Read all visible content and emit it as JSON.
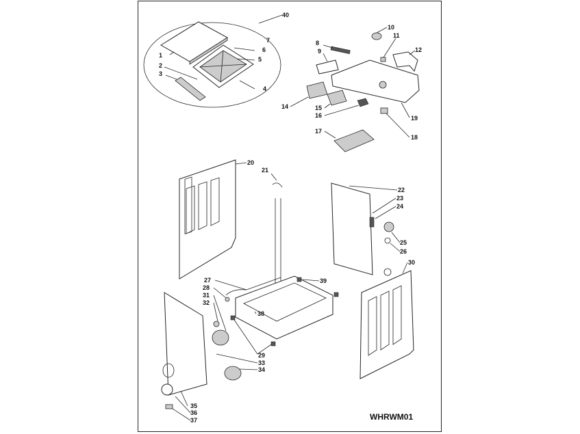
{
  "diagram": {
    "code": "WHRWM01",
    "callouts": {
      "c1": "1",
      "c2": "2",
      "c3": "3",
      "c4": "4",
      "c5": "5",
      "c6": "6",
      "c7": "7",
      "c8": "8",
      "c9": "9",
      "c10": "10",
      "c11": "11",
      "c12": "12",
      "c14": "14",
      "c15": "15",
      "c16": "16",
      "c17": "17",
      "c18": "18",
      "c19": "19",
      "c20": "20",
      "c21": "21",
      "c22": "22",
      "c23": "23",
      "c24": "24",
      "c25": "25",
      "c26": "26",
      "c27": "27",
      "c28": "28",
      "c29": "29",
      "c30": "30",
      "c31": "31",
      "c32": "32",
      "c33": "33",
      "c34": "34",
      "c35": "35",
      "c36": "36",
      "c37": "37",
      "c38": "38",
      "c39": "39",
      "c40": "40"
    }
  }
}
